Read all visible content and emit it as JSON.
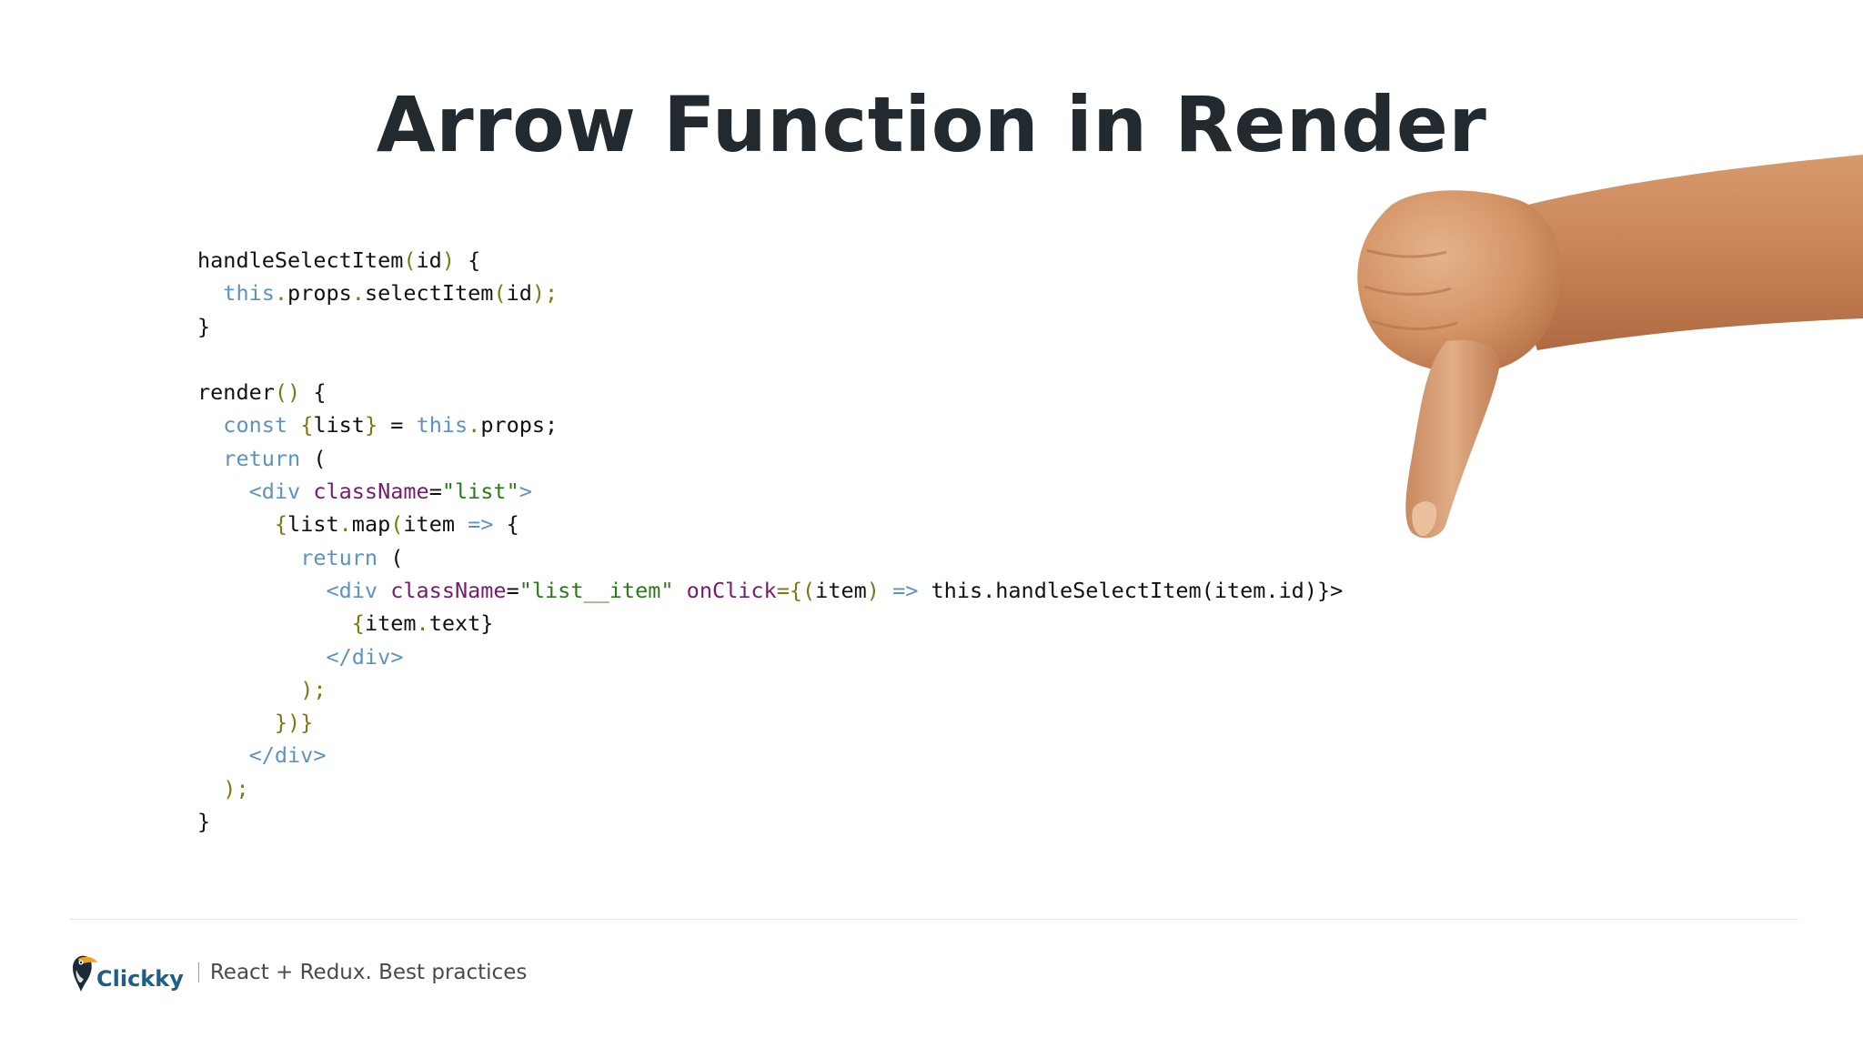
{
  "slide": {
    "title": "Arrow Function in Render"
  },
  "code_lines": [
    [
      [
        "handleSelectItem",
        "plain"
      ],
      [
        "(",
        "punct"
      ],
      [
        "id",
        "plain"
      ],
      [
        ")",
        "punct"
      ],
      [
        " {",
        "plain"
      ]
    ],
    [
      [
        "  ",
        "plain"
      ],
      [
        "this",
        "kw"
      ],
      [
        ".",
        "punct"
      ],
      [
        "props",
        "plain"
      ],
      [
        ".",
        "punct"
      ],
      [
        "selectItem",
        "plain"
      ],
      [
        "(",
        "punct"
      ],
      [
        "id",
        "plain"
      ],
      [
        ");",
        "punct"
      ]
    ],
    [
      [
        "}",
        "plain"
      ]
    ],
    [],
    [
      [
        "render",
        "plain"
      ],
      [
        "()",
        "punct"
      ],
      [
        " {",
        "plain"
      ]
    ],
    [
      [
        "  ",
        "plain"
      ],
      [
        "const",
        "kw"
      ],
      [
        " ",
        "plain"
      ],
      [
        "{",
        "punct"
      ],
      [
        "list",
        "plain"
      ],
      [
        "}",
        "punct"
      ],
      [
        " = ",
        "plain"
      ],
      [
        "this",
        "kw"
      ],
      [
        ".",
        "punct"
      ],
      [
        "props;",
        "plain"
      ]
    ],
    [
      [
        "  ",
        "plain"
      ],
      [
        "return",
        "kw"
      ],
      [
        " (",
        "plain"
      ]
    ],
    [
      [
        "    ",
        "plain"
      ],
      [
        "<div",
        "tag"
      ],
      [
        " ",
        "plain"
      ],
      [
        "className",
        "attr"
      ],
      [
        "=",
        "plain"
      ],
      [
        "\"list\"",
        "str"
      ],
      [
        ">",
        "tag"
      ]
    ],
    [
      [
        "      ",
        "plain"
      ],
      [
        "{",
        "punct"
      ],
      [
        "list",
        "plain"
      ],
      [
        ".",
        "punct"
      ],
      [
        "map",
        "plain"
      ],
      [
        "(",
        "punct"
      ],
      [
        "item ",
        "plain"
      ],
      [
        "=>",
        "kw"
      ],
      [
        " {",
        "plain"
      ]
    ],
    [
      [
        "        ",
        "plain"
      ],
      [
        "return",
        "kw"
      ],
      [
        " (",
        "plain"
      ]
    ],
    [
      [
        "          ",
        "plain"
      ],
      [
        "<div",
        "tag"
      ],
      [
        " ",
        "plain"
      ],
      [
        "className",
        "attr"
      ],
      [
        "=",
        "plain"
      ],
      [
        "\"list__item\"",
        "str"
      ],
      [
        " ",
        "plain"
      ],
      [
        "onClick",
        "attr"
      ],
      [
        "={(",
        "punct"
      ],
      [
        "item",
        "plain"
      ],
      [
        ")",
        "punct"
      ],
      [
        " ",
        "plain"
      ],
      [
        "=>",
        "kw"
      ],
      [
        " this.handleSelectItem(item.id)}>",
        "plain"
      ]
    ],
    [
      [
        "            ",
        "plain"
      ],
      [
        "{",
        "punct"
      ],
      [
        "item",
        "plain"
      ],
      [
        ".",
        "punct"
      ],
      [
        "text}",
        "plain"
      ]
    ],
    [
      [
        "          ",
        "plain"
      ],
      [
        "</div>",
        "tag"
      ]
    ],
    [
      [
        "        ",
        "plain"
      ],
      [
        ");",
        "punct"
      ]
    ],
    [
      [
        "      ",
        "plain"
      ],
      [
        "})}",
        "punct"
      ]
    ],
    [
      [
        "    ",
        "plain"
      ],
      [
        "</div>",
        "tag"
      ]
    ],
    [
      [
        "  ",
        "plain"
      ],
      [
        ");",
        "punct"
      ]
    ],
    [
      [
        "}",
        "plain"
      ]
    ]
  ],
  "footer": {
    "logo_text": "Clickky",
    "caption": "React + Redux. Best practices"
  },
  "colors": {
    "title": "#232a2f",
    "keyword": "#5b93c4",
    "attribute": "#7a1a6f",
    "string": "#2b7a1a",
    "punctuation": "#7a7a10",
    "logo": "#1f5f86"
  },
  "images": {
    "hand": "thumbs-down-hand"
  }
}
